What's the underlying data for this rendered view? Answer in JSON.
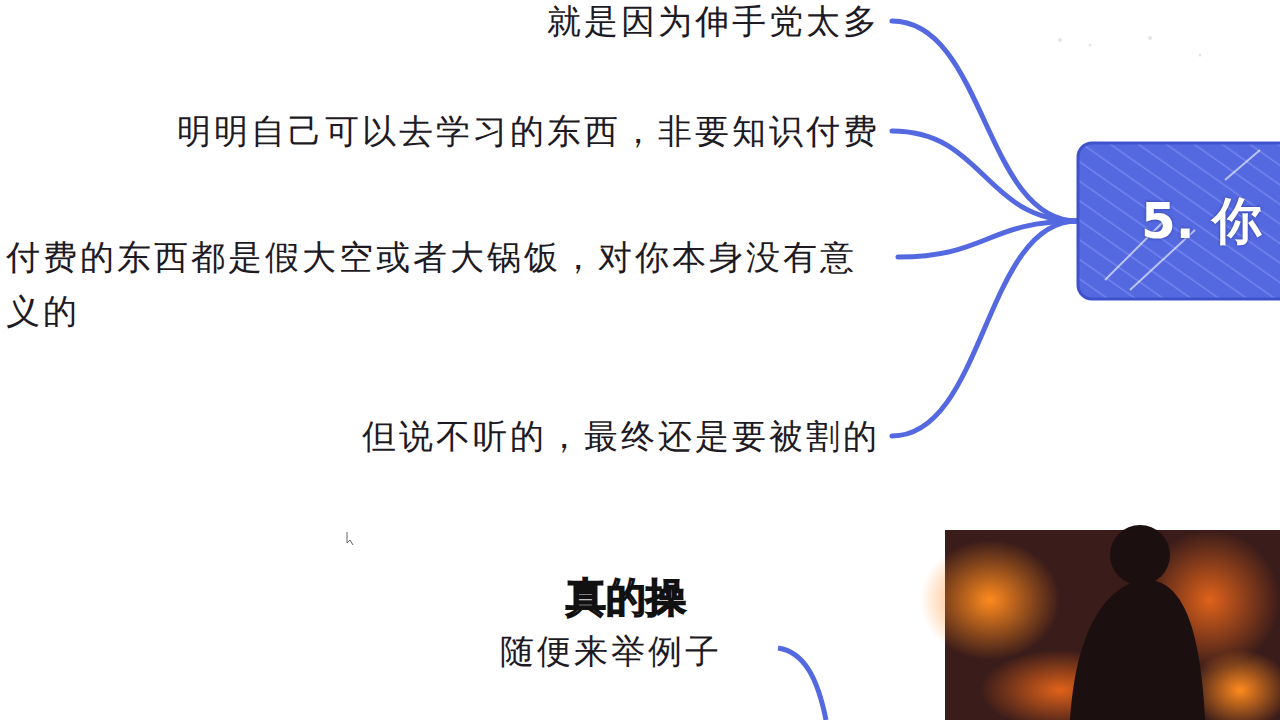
{
  "diagram": {
    "nodes": [
      {
        "text": [
          "就是因为伸手党太多"
        ]
      },
      {
        "text": [
          "明明自己可以去学习的东西，非要知识付费"
        ]
      },
      {
        "text": [
          "付费的东西都是假大空或者大锅饭，对你本身没有意义的"
        ]
      },
      {
        "text": [
          "但说不听的，最终还是要被割的"
        ]
      },
      {
        "text": [
          "5. 你"
        ]
      },
      {
        "text": [
          "随便来举例子"
        ]
      }
    ],
    "edges": [
      {
        "from": 4,
        "to": 0,
        "arrow": "none"
      },
      {
        "from": 4,
        "to": 1,
        "arrow": "none"
      },
      {
        "from": 4,
        "to": 2,
        "arrow": "none"
      },
      {
        "from": 4,
        "to": 3,
        "arrow": "none"
      }
    ],
    "labels": [
      "真的操"
    ]
  }
}
